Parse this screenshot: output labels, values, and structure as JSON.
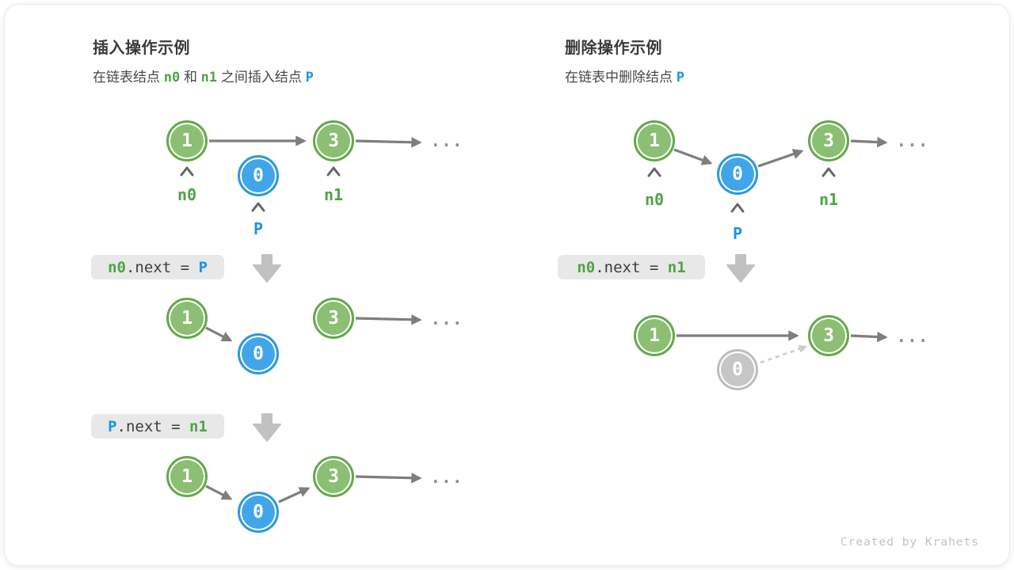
{
  "insert_section": {
    "title": "插入操作示例",
    "subtitle": {
      "part1": "在链表结点 ",
      "tok1": "n0",
      "part2": " 和 ",
      "tok2": "n1",
      "part3": " 之间插入结点 ",
      "tok3": "P"
    },
    "code1": {
      "lhs": "n0",
      "mid": ".next = ",
      "rhs": "P"
    },
    "code2": {
      "lhs": "P",
      "mid": ".next = ",
      "rhs": "n1"
    }
  },
  "delete_section": {
    "title": "删除操作示例",
    "subtitle": {
      "part1": "在链表中删除结点 ",
      "tok1": "P"
    },
    "code1": {
      "lhs": "n0",
      "mid": ".next = ",
      "rhs": "n1"
    }
  },
  "labels": {
    "node_1": "1",
    "node_3": "3",
    "node_0": "0",
    "ellipsis": "...",
    "n0": "n0",
    "n1": "n1",
    "p": "P"
  },
  "footer": {
    "credit": "Created by Krahets"
  },
  "colors": {
    "node_green_fill": "#8cbe73",
    "node_green_border": "#64a94d",
    "node_blue_fill": "#41a6e9",
    "node_blue_border": "#2f98dd",
    "node_gray_fill": "#c6c6c6",
    "arrow_gray": "#7e7e7e",
    "block_arrow_gray": "#c1c1c1",
    "dashed_gray": "#cccccc",
    "text_green": "#4fa348",
    "text_blue": "#1b95e0",
    "codebox_bg": "#e8e8e8"
  }
}
